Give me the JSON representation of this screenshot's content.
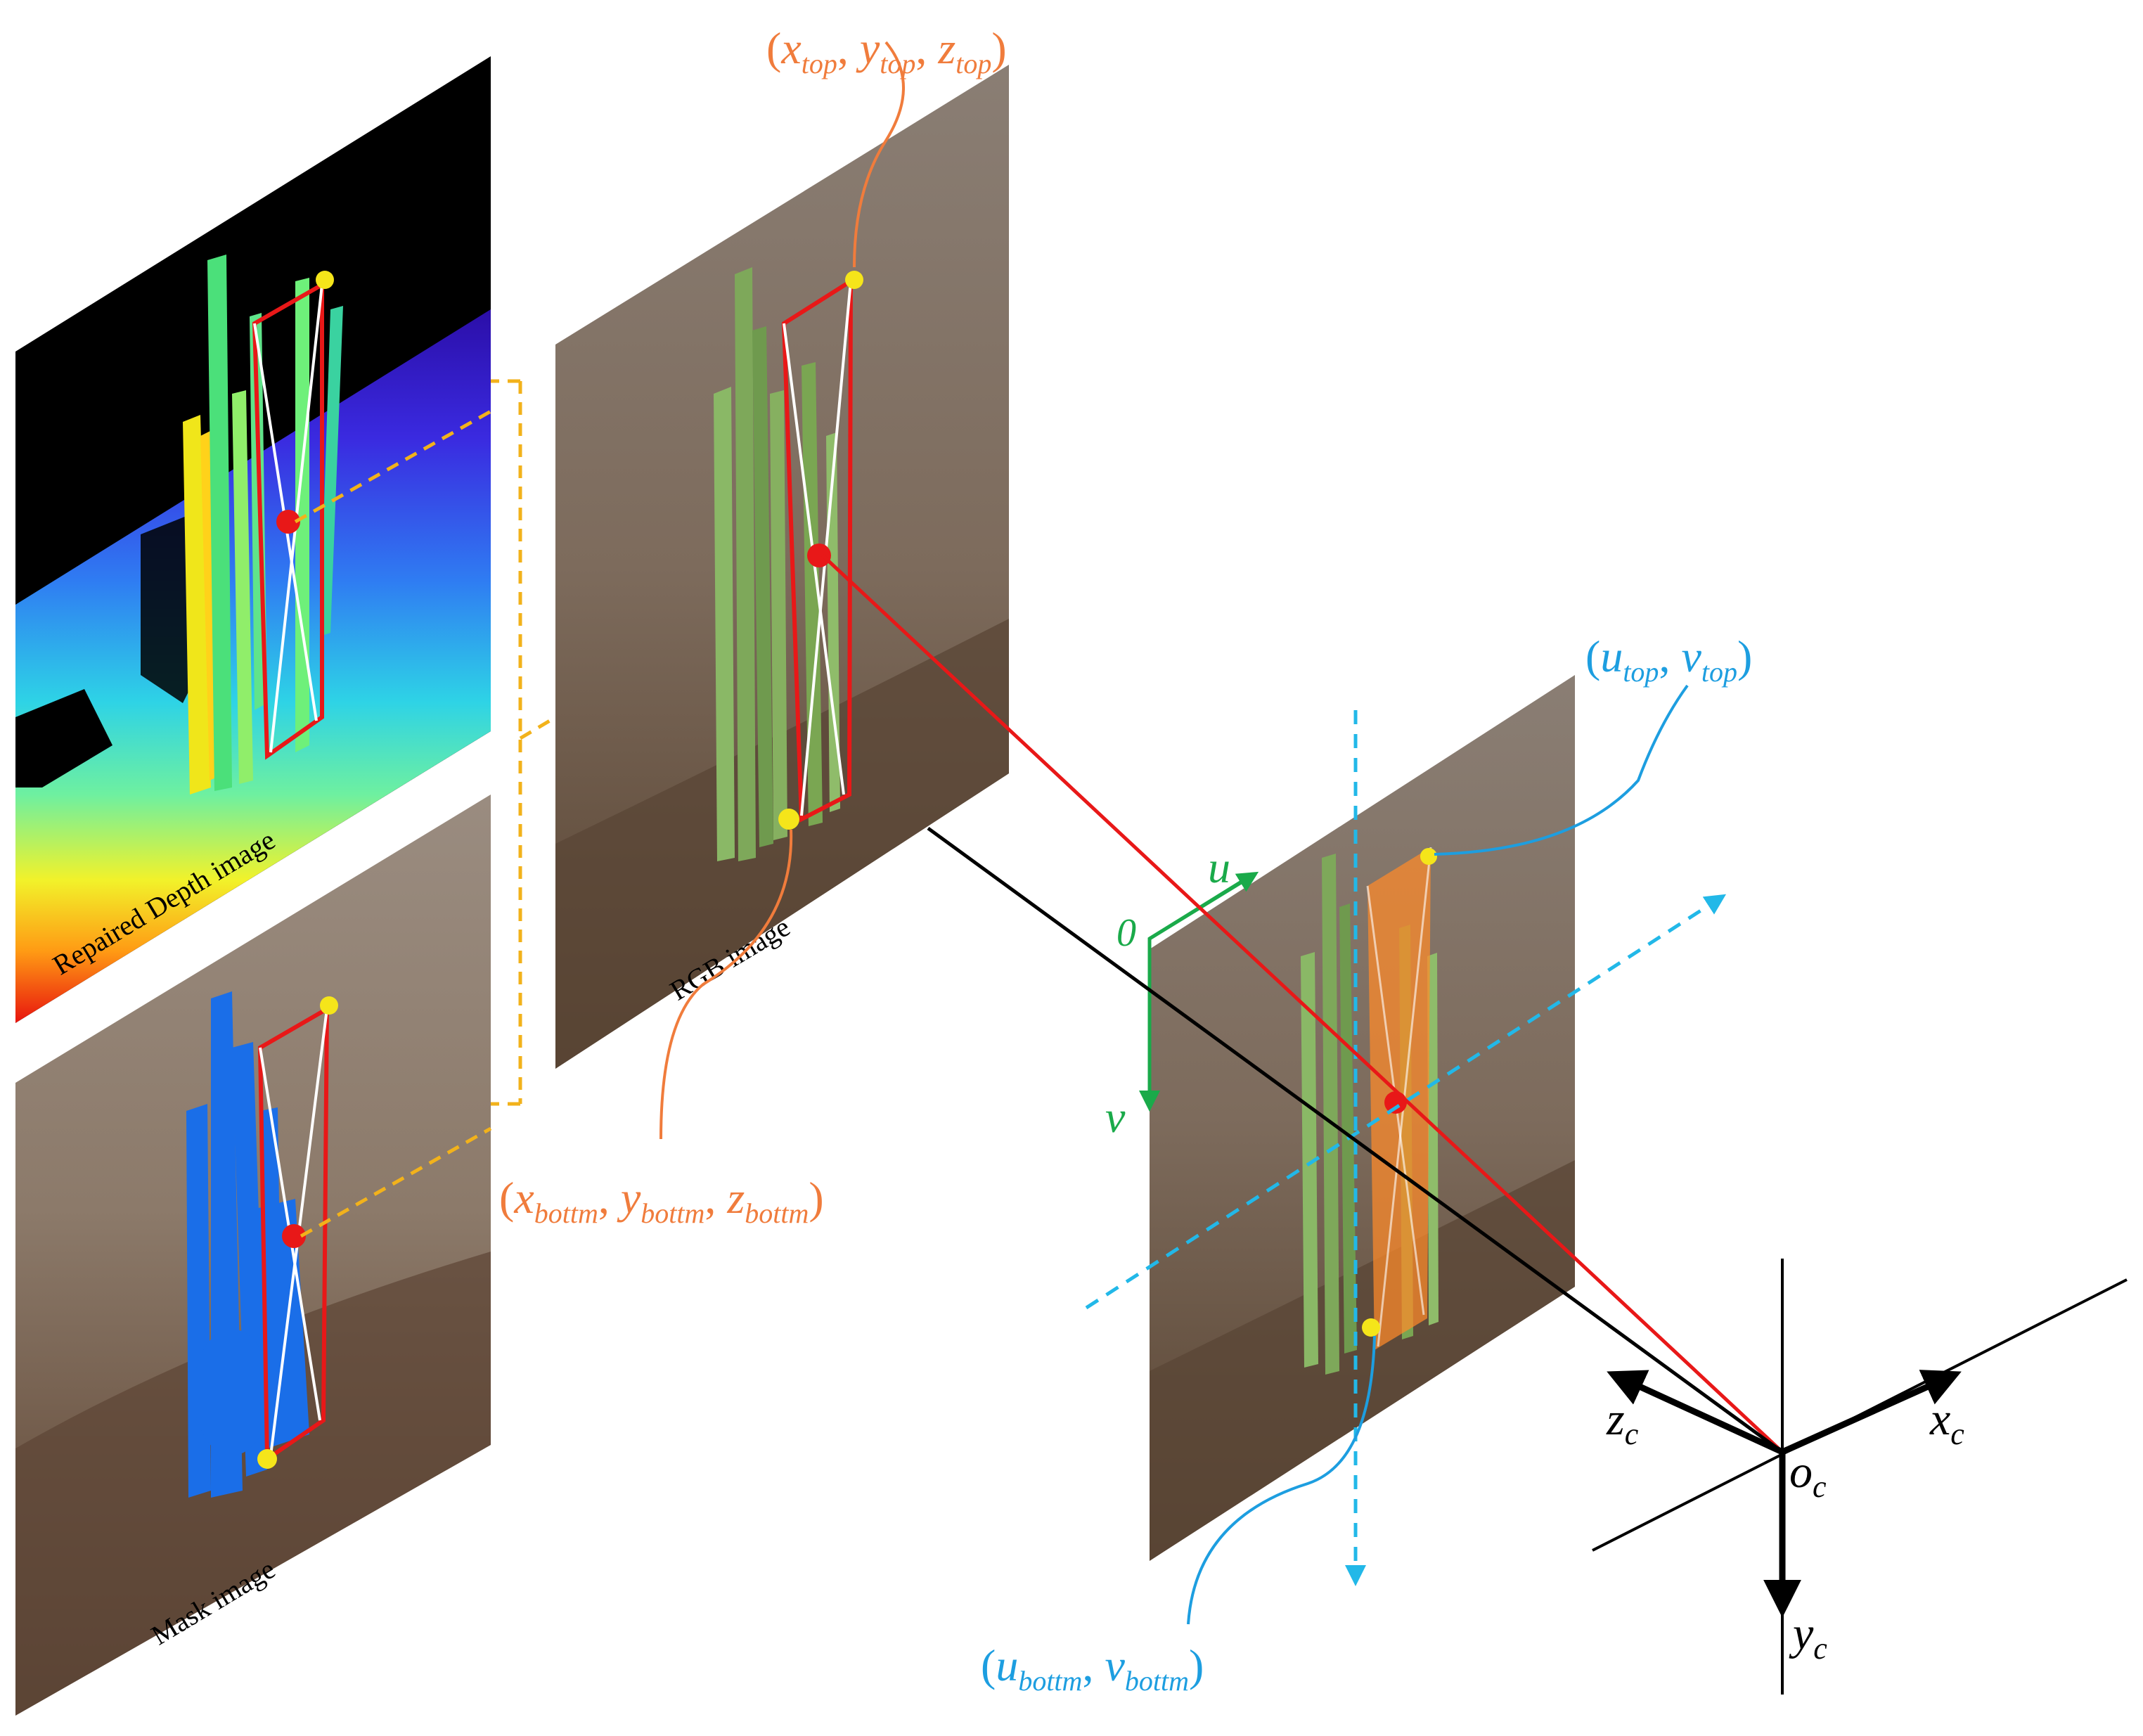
{
  "panels": {
    "depth": {
      "caption": "Repaired Depth image"
    },
    "mask": {
      "caption": "Mask image"
    },
    "rgb": {
      "caption": "RGB image"
    },
    "image_plane": {
      "caption": ""
    }
  },
  "labels": {
    "top_3d": {
      "open": "(",
      "x": "x",
      "x_sub": "top",
      "y": "y",
      "y_sub": "top",
      "z": "z",
      "z_sub": "top",
      "close": ")"
    },
    "bottom_3d": {
      "open": "(",
      "x": "x",
      "x_sub": "bottm",
      "y": "y",
      "y_sub": "bottm",
      "z": "z",
      "z_sub": "bottm",
      "close": ")"
    },
    "top_2d": {
      "open": "(",
      "u": "u",
      "u_sub": "top",
      "v": "v",
      "v_sub": "top",
      "close": ")"
    },
    "bottom_2d": {
      "open": "(",
      "u": "u",
      "u_sub": "bottm",
      "v": "v",
      "v_sub": "bottm",
      "close": ")"
    }
  },
  "image_axes": {
    "origin": "0",
    "u": "u",
    "v": "v"
  },
  "camera_axes": {
    "xc": "x",
    "xc_sub": "c",
    "yc": "y",
    "yc_sub": "c",
    "zc": "z",
    "zc_sub": "c",
    "oc": "o",
    "oc_sub": "c"
  },
  "colors": {
    "orange_label": "#f07c3c",
    "blue_label": "#1d9ee0",
    "green_axis": "#1aaa4a",
    "red": "#e81818",
    "yellow_point": "#f5e51a",
    "dashed_yellow": "#f2b21b",
    "dashed_cyan": "#22b8e8",
    "mask_blue": "#1a6ee8",
    "orange_box": "#ff8a2a"
  }
}
